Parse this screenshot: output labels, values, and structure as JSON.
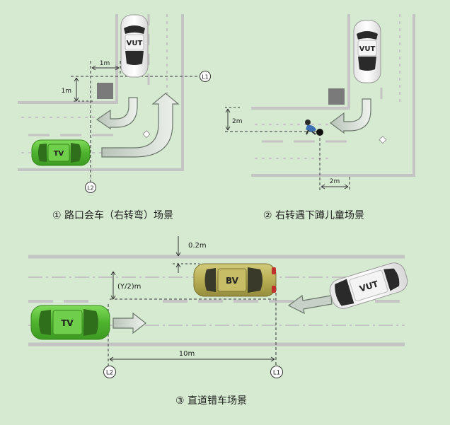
{
  "scenes": {
    "s1": {
      "caption": "① 路口会车（右转弯）场景",
      "vut": "VUT",
      "tv": "TV",
      "dim_h": "1m",
      "dim_v": "1m",
      "line1": "L1",
      "line2": "L2"
    },
    "s2": {
      "caption": "② 右转遇下蹲儿童场景",
      "vut": "VUT",
      "dim_v": "2m",
      "dim_h": "2m"
    },
    "s3": {
      "caption": "③ 直道错车场景",
      "vut": "VUT",
      "bv": "BV",
      "tv": "TV",
      "dim_gap": "0.2m",
      "dim_offset": "(Y/2)m",
      "dim_dist": "10m",
      "line1": "L1",
      "line2": "L2"
    }
  },
  "colors": {
    "background": "#d5ead0",
    "road_line": "#c8c8c8",
    "tv_green": "#5ec43c",
    "bv_olive": "#b5ac55",
    "vut_white": "#ffffff",
    "arrow_fill": "#c7d1c7"
  }
}
